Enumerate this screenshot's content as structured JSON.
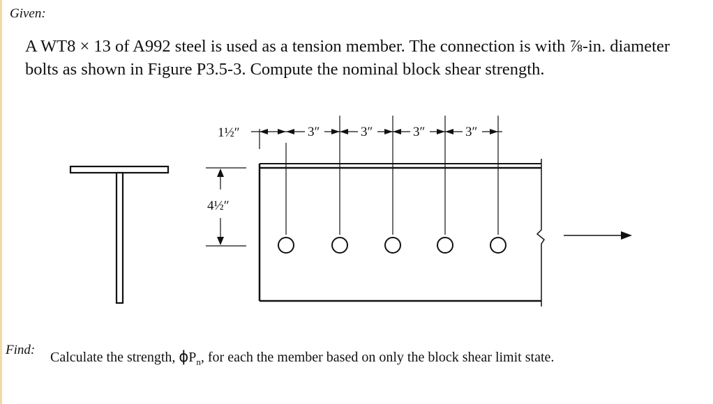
{
  "given_label": "Given:",
  "problem_text": "A WT8 × 13 of A992 steel is used as a tension member. The connection is with ⅞-in. diameter bolts as shown in Figure P3.5-3. Compute the nominal block shear strength.",
  "figure": {
    "edge_distance_label": "1½″",
    "spacing_labels": [
      "3″",
      "3″",
      "3″",
      "3″"
    ],
    "depth_label": "4½″",
    "bolt_count": 5
  },
  "find_label": "Find:",
  "find_text": {
    "before": "Calculate the strength, ",
    "symbol": "ϕ",
    "var": "P",
    "subscript": "n",
    "after": ", for each the member based on only the block shear limit state."
  }
}
